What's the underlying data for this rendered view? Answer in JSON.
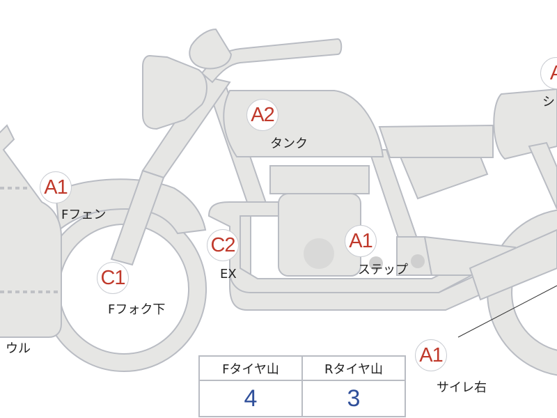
{
  "colors": {
    "part_fill": "#e6e6e4",
    "part_stroke": "#b9bcc3",
    "grade_text": "#c0392b",
    "value_text": "#2f4f9a"
  },
  "markers": [
    {
      "grade": "A1",
      "label": "Fフェン"
    },
    {
      "grade": "A2",
      "label": "タンク"
    },
    {
      "grade": "C1",
      "label": "Fフォク下"
    },
    {
      "grade": "C2",
      "label": "EX"
    },
    {
      "grade": "A1",
      "label": "ステップ"
    },
    {
      "grade": "A1",
      "label": "サイレ右"
    },
    {
      "grade": "A",
      "label": "シ"
    }
  ],
  "partial_labels": {
    "cowl": "ウル"
  },
  "tire_table": {
    "headers": [
      "Fタイヤ山",
      "Rタイヤ山"
    ],
    "values": [
      "4",
      "3"
    ]
  }
}
